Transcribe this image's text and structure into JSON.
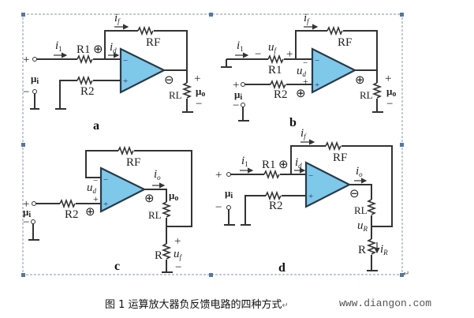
{
  "caption": "图 1 运算放大器负反馈电路的四种方式",
  "caption_mark": "↵",
  "watermark": "www.diangon.com",
  "colors": {
    "opamp_fill": "#7ec8ea",
    "wire": "#333333",
    "selection_border": "#7f95b5"
  },
  "circuits": {
    "a": {
      "label": "a",
      "i1": "i",
      "i1_sub": "1",
      "if": "i",
      "if_sub": "f",
      "id": "i",
      "id_sub": "d",
      "R1": "R1",
      "R2": "R2",
      "RF": "RF",
      "RL": "RL",
      "ui": "μ",
      "ui_sub": "i",
      "uo": "μ",
      "uo_sub": "o",
      "plus": "+",
      "minus": "−",
      "pol_in": "⊕",
      "pol_out": "⊖"
    },
    "b": {
      "label": "b",
      "i1": "i",
      "i1_sub": "1",
      "if": "i",
      "if_sub": "f",
      "uf": "u",
      "uf_sub": "f",
      "ud": "u",
      "ud_sub": "d",
      "R1": "R1",
      "R2": "R2",
      "RF": "RF",
      "RL": "RL",
      "ui": "μ",
      "ui_sub": "i",
      "uo": "μ",
      "uo_sub": "o",
      "plus": "+",
      "minus": "−",
      "pol_in": "⊕",
      "pol_out": "⊕"
    },
    "c": {
      "label": "c",
      "io": "i",
      "io_sub": "o",
      "ud": "u",
      "ud_sub": "d",
      "uf": "u",
      "uf_sub": "f",
      "R2": "R2",
      "RF": "RF",
      "RL": "RL",
      "R": "R",
      "ui": "μ",
      "ui_sub": "i",
      "uo": "μ",
      "uo_sub": "o",
      "plus": "+",
      "minus": "−",
      "pol_in": "⊕",
      "pol_out": "⊕"
    },
    "d": {
      "label": "d",
      "i1": "i",
      "i1_sub": "1",
      "if": "i",
      "if_sub": "f",
      "id": "i",
      "id_sub": "d",
      "io": "i",
      "io_sub": "o",
      "uR": "u",
      "uR_sub": "R",
      "iR": "i",
      "iR_sub": "R",
      "R1": "R1",
      "R2": "R2",
      "RF": "RF",
      "RL": "RL",
      "R": "R",
      "ui": "μ",
      "ui_sub": "i",
      "plus": "+",
      "minus": "−",
      "pol_in": "⊕",
      "pol_out": "⊖"
    }
  }
}
